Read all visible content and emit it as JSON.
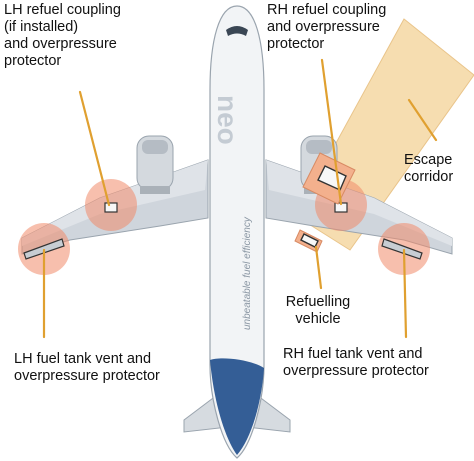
{
  "colors": {
    "corridor": "#f6ddb0",
    "highlight": "#f08a6a",
    "leader": "#e0a030",
    "vehicle": "#f3b08d",
    "fuselage": "#f2f4f6",
    "wing": "#cfd5dc",
    "livery": "#1f4e8c"
  },
  "labels": {
    "lh_refuel": [
      "LH refuel coupling",
      "(if installed)",
      "and overpressure",
      "protector"
    ],
    "rh_refuel": [
      "RH refuel coupling",
      "and overpressure",
      "protector"
    ],
    "escape": [
      "Escape",
      "corridor"
    ],
    "vehicle": [
      "Refuelling",
      "vehicle"
    ],
    "lh_vent": [
      "LH fuel tank vent and",
      "overpressure protector"
    ],
    "rh_vent": [
      "RH fuel tank vent and",
      "overpressure protector"
    ]
  },
  "livery": {
    "engine_text": "neo",
    "fuselage_slogan": "unbeatable fuel efficiency"
  }
}
